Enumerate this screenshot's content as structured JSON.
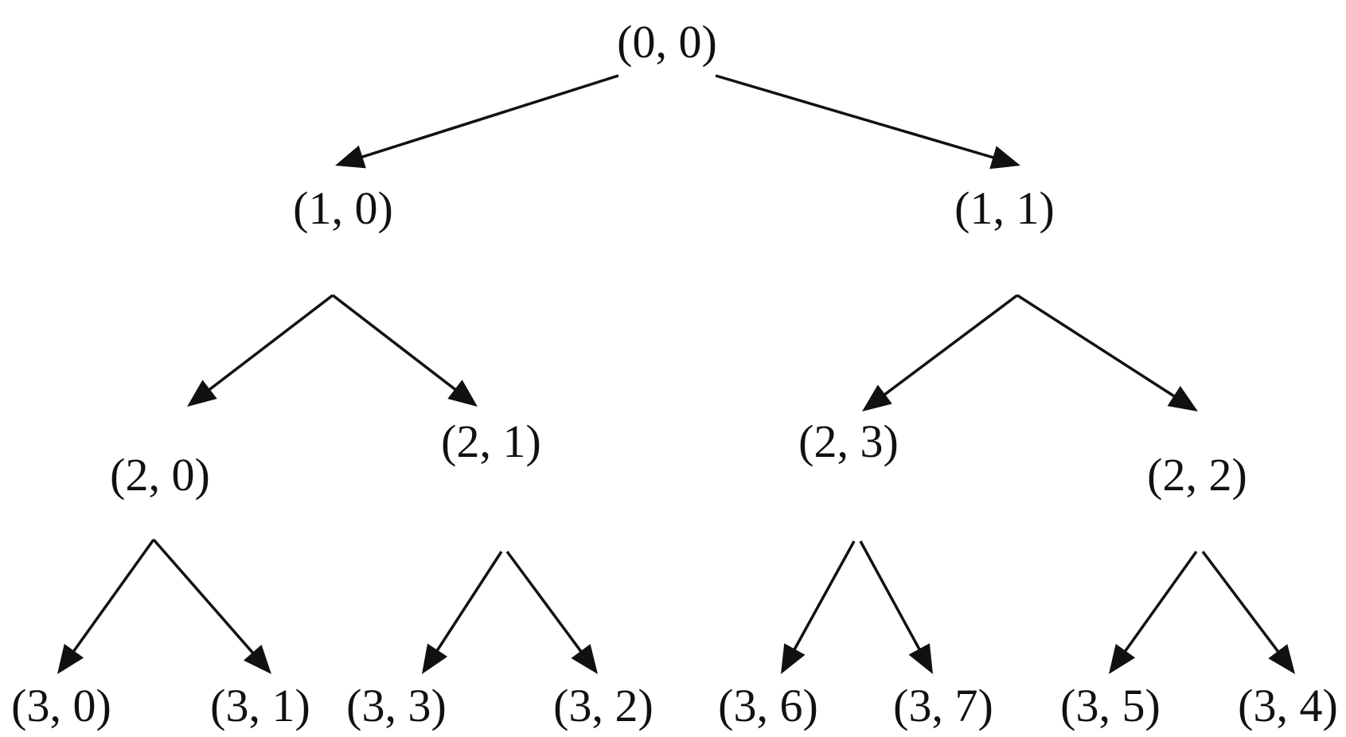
{
  "diagram": {
    "nodes": [
      {
        "id": "n00",
        "label": "(0, 0)"
      },
      {
        "id": "n10",
        "label": "(1, 0)"
      },
      {
        "id": "n11",
        "label": "(1, 1)"
      },
      {
        "id": "n20",
        "label": "(2, 0)"
      },
      {
        "id": "n21",
        "label": "(2, 1)"
      },
      {
        "id": "n23",
        "label": "(2, 3)"
      },
      {
        "id": "n22",
        "label": "(2, 2)"
      },
      {
        "id": "n30",
        "label": "(3, 0)"
      },
      {
        "id": "n31",
        "label": "(3, 1)"
      },
      {
        "id": "n33",
        "label": "(3, 3)"
      },
      {
        "id": "n32",
        "label": "(3, 2)"
      },
      {
        "id": "n36",
        "label": "(3, 6)"
      },
      {
        "id": "n37",
        "label": "(3, 7)"
      },
      {
        "id": "n35",
        "label": "(3, 5)"
      },
      {
        "id": "n34",
        "label": "(3, 4)"
      }
    ],
    "edges": [
      {
        "from": "n00",
        "to": "n10"
      },
      {
        "from": "n00",
        "to": "n11"
      },
      {
        "from": "n10",
        "to": "n20"
      },
      {
        "from": "n10",
        "to": "n21"
      },
      {
        "from": "n11",
        "to": "n23"
      },
      {
        "from": "n11",
        "to": "n22"
      },
      {
        "from": "n20",
        "to": "n30"
      },
      {
        "from": "n20",
        "to": "n31"
      },
      {
        "from": "n21",
        "to": "n33"
      },
      {
        "from": "n21",
        "to": "n32"
      },
      {
        "from": "n23",
        "to": "n36"
      },
      {
        "from": "n23",
        "to": "n37"
      },
      {
        "from": "n22",
        "to": "n35"
      },
      {
        "from": "n22",
        "to": "n34"
      }
    ]
  }
}
